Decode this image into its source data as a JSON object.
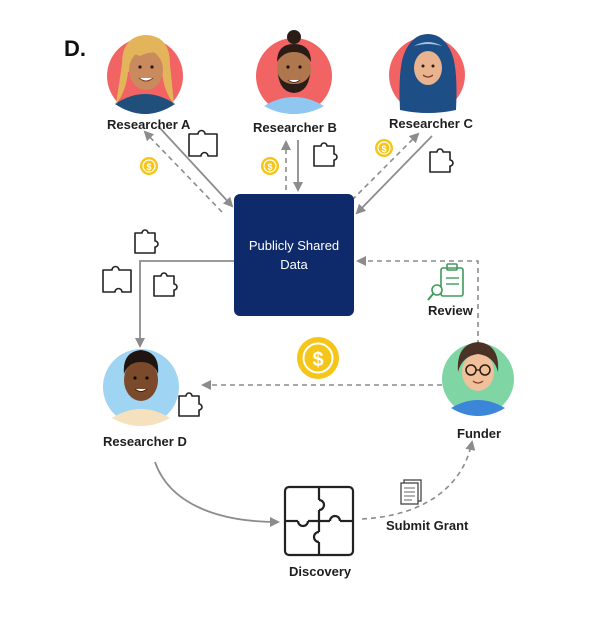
{
  "panel_label": "D.",
  "center": {
    "label": "Publicly Shared Data"
  },
  "people": {
    "researcher_a": "Researcher A",
    "researcher_b": "Researcher B",
    "researcher_c": "Researcher C",
    "researcher_d": "Researcher D",
    "funder": "Funder"
  },
  "labels": {
    "review": "Review",
    "discovery": "Discovery",
    "submit_grant": "Submit Grant"
  },
  "icons": [
    "avatar",
    "puzzle-piece-icon",
    "coin-icon",
    "clipboard-review-icon",
    "document-icon",
    "puzzle-complete-icon"
  ],
  "colors": {
    "center_box": "#0f2a6b",
    "avatar_red": "#f26363",
    "avatar_blue": "#9fd4f2",
    "avatar_green": "#7fd6a4",
    "coin": "#f5c518",
    "arrow": "#8c8c8c",
    "review_green": "#3f9b5c"
  }
}
